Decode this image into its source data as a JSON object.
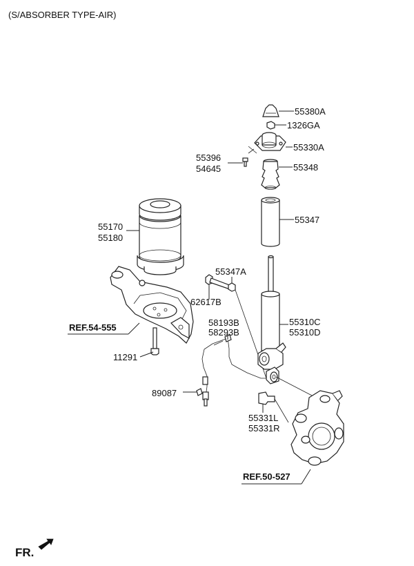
{
  "diagram": {
    "title": "(S/ABSORBER TYPE-AIR)",
    "labels": {
      "p55380A": "55380A",
      "p1326GA": "1326GA",
      "p55330A": "55330A",
      "p55396": "55396",
      "p54645": "54645",
      "p55348": "55348",
      "p55347": "55347",
      "p55170": "55170",
      "p55180": "55180",
      "p55347A": "55347A",
      "p62617B": "62617B",
      "p55310C": "55310C",
      "p55310D": "55310D",
      "p58193B": "58193B",
      "p58293B": "58293B",
      "p11291": "11291",
      "p89087": "89087",
      "p55331L": "55331L",
      "p55331R": "55331R"
    },
    "refs": {
      "ref54": "REF.54-555",
      "ref50": "REF.50-527"
    },
    "fr": "FR."
  }
}
